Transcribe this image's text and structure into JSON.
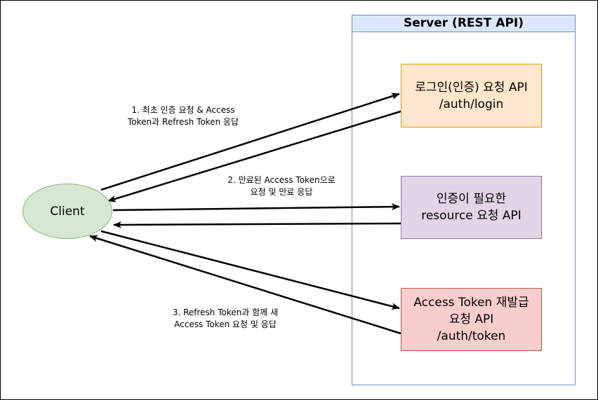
{
  "server": {
    "title": "Server (REST API)",
    "login_box": {
      "line1": "로그인(인증) 요청 API",
      "line2": "/auth/login"
    },
    "resource_box": {
      "line1": "인증이 필요한",
      "line2": "resource 요청 API"
    },
    "token_box": {
      "line1": "Access Token 재발급",
      "line2": "요청 API",
      "line3": "/auth/token"
    }
  },
  "client": {
    "label": "Client"
  },
  "flows": [
    {
      "line1": "1. 최초 인증 요청 & Access",
      "line2": "Token과 Refresh Token 응답"
    },
    {
      "line1": "2. 만료된 Access Token으로",
      "line2": "요청 및 만료 응답"
    },
    {
      "line1": "3. Refresh Token과 함께 새",
      "line2": "Access Token 요청 및 응답"
    }
  ],
  "colors": {
    "server_header_fill": "#dae8fc",
    "server_border": "#6c8ebf",
    "login_fill": "#ffe6cc",
    "login_border": "#d79b00",
    "resource_fill": "#e1d5e7",
    "resource_border": "#9673a6",
    "token_fill": "#f8cecc",
    "token_border": "#b85450",
    "client_fill": "#d5e8d4",
    "client_border": "#82b366"
  }
}
